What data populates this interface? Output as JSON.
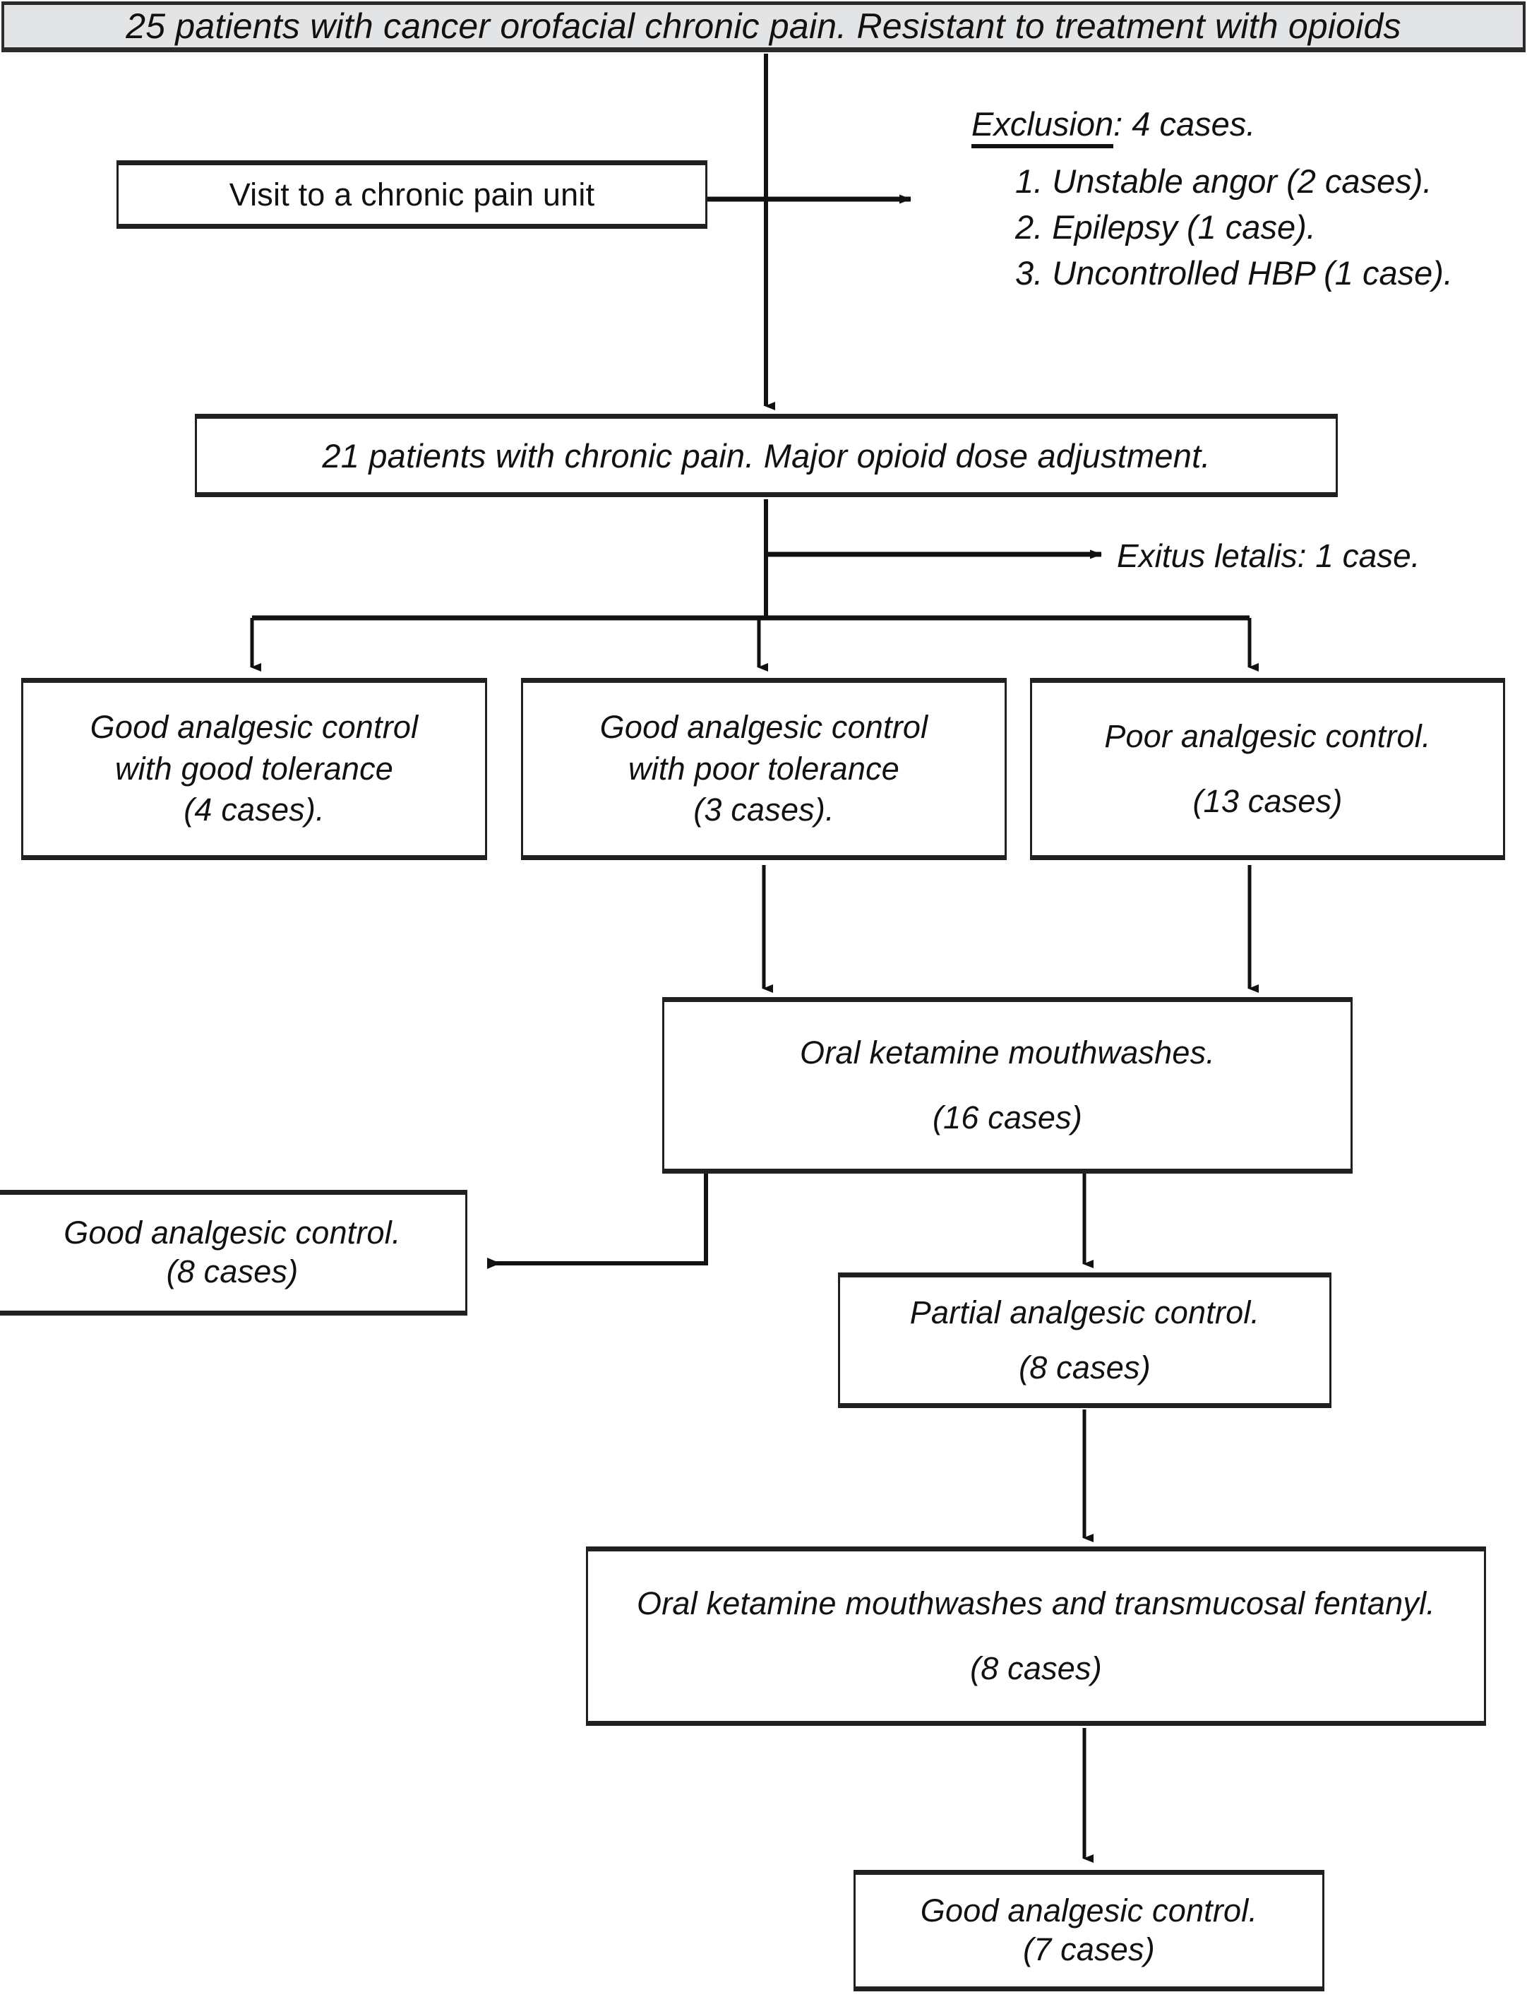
{
  "diagram": {
    "title": "Patient flow through cancer orofacial chronic pain treatment study",
    "type": "flowchart",
    "colors": {
      "header_fill": "#e3e4e6",
      "border": "#231f20",
      "text": "#111111",
      "background": "#ffffff"
    }
  },
  "header": {
    "text": "25 patients with cancer orofacial chronic pain. Resistant to treatment with opioids"
  },
  "nodes": {
    "visit": {
      "label": "Visit to a chronic pain unit"
    },
    "adjustment": {
      "label": "21 patients with chronic pain. Major opioid dose adjustment."
    },
    "good_good": {
      "line1": "Good analgesic control",
      "line2": "with good tolerance",
      "line3": "(4 cases)."
    },
    "good_poor": {
      "line1": "Good analgesic control",
      "line2": "with poor tolerance",
      "line3": "(3 cases)."
    },
    "poor": {
      "line1": "Poor analgesic control.",
      "line2": "(13 cases)"
    },
    "ketamine": {
      "line1": "Oral ketamine mouthwashes.",
      "line2": "(16 cases)"
    },
    "good_8": {
      "line1": "Good analgesic control.",
      "line2": "(8 cases)"
    },
    "partial_8": {
      "line1": "Partial analgesic control.",
      "line2": "(8 cases)"
    },
    "ketamine_fentanyl": {
      "line1": "Oral ketamine mouthwashes and transmucosal fentanyl.",
      "line2": "(8 cases)"
    },
    "good_7": {
      "line1": "Good analgesic control.",
      "line2": "(7 cases)"
    }
  },
  "annotations": {
    "exclusion": {
      "title_underlined": "Exclusion",
      "title_rest": ": 4 cases.",
      "items": [
        "1. Unstable angor (2 cases).",
        "2. Epilepsy (1 case).",
        "3. Uncontrolled HBP (1 case)."
      ]
    },
    "exitus": {
      "text": "Exitus letalis: 1 case."
    }
  },
  "chart_data": {
    "type": "flow",
    "title": "Patient flow diagram",
    "steps": [
      {
        "id": "enrolled",
        "label": "25 patients with cancer orofacial chronic pain. Resistant to treatment with opioids",
        "n": 25
      },
      {
        "id": "excluded",
        "label": "Exclusion",
        "n": 4,
        "reasons": [
          {
            "label": "Unstable angor",
            "n": 2
          },
          {
            "label": "Epilepsy",
            "n": 1
          },
          {
            "label": "Uncontrolled HBP",
            "n": 1
          }
        ]
      },
      {
        "id": "adjustment",
        "label": "21 patients with chronic pain. Major opioid dose adjustment.",
        "n": 21
      },
      {
        "id": "exitus",
        "label": "Exitus letalis",
        "n": 1
      },
      {
        "id": "good_good",
        "label": "Good analgesic control with good tolerance",
        "n": 4
      },
      {
        "id": "good_poor",
        "label": "Good analgesic control with poor tolerance",
        "n": 3
      },
      {
        "id": "poor",
        "label": "Poor analgesic control",
        "n": 13
      },
      {
        "id": "ketamine",
        "label": "Oral ketamine mouthwashes",
        "n": 16
      },
      {
        "id": "good_8",
        "label": "Good analgesic control",
        "n": 8
      },
      {
        "id": "partial_8",
        "label": "Partial analgesic control",
        "n": 8
      },
      {
        "id": "ketamine_fentanyl",
        "label": "Oral ketamine mouthwashes and transmucosal fentanyl",
        "n": 8
      },
      {
        "id": "good_7",
        "label": "Good analgesic control",
        "n": 7
      }
    ]
  }
}
